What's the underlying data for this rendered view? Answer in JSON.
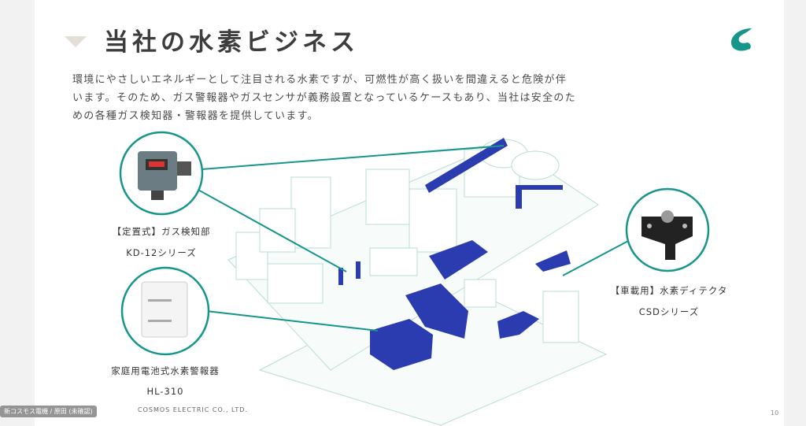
{
  "slide": {
    "title": "当社の水素ビジネス",
    "intro": "環境にやさしいエネルギーとして注目される水素ですが、可燃性が高く扱いを間違えると危険が伴います。そのため、ガス警報器やガスセンサが義務設置となっているケースもあり、当社は安全のための各種ガス検知器・警報器を提供しています。",
    "products": [
      {
        "type": "【定置式】ガス検知部",
        "name": "KD-12シリーズ"
      },
      {
        "type": "家庭用電池式水素警報器",
        "name": "HL-310"
      },
      {
        "type": "【車載用】水素ディテクタ",
        "name": "CSDシリーズ"
      }
    ],
    "footer": "COSMOS ELECTRIC CO., LTD.",
    "page_number": "10"
  },
  "overlay_label": "新コスモス電機 / 原田 (未確認)",
  "colors": {
    "accent": "#16968b",
    "highlight": "#2b3bb0",
    "line": "#b9ddd8"
  }
}
